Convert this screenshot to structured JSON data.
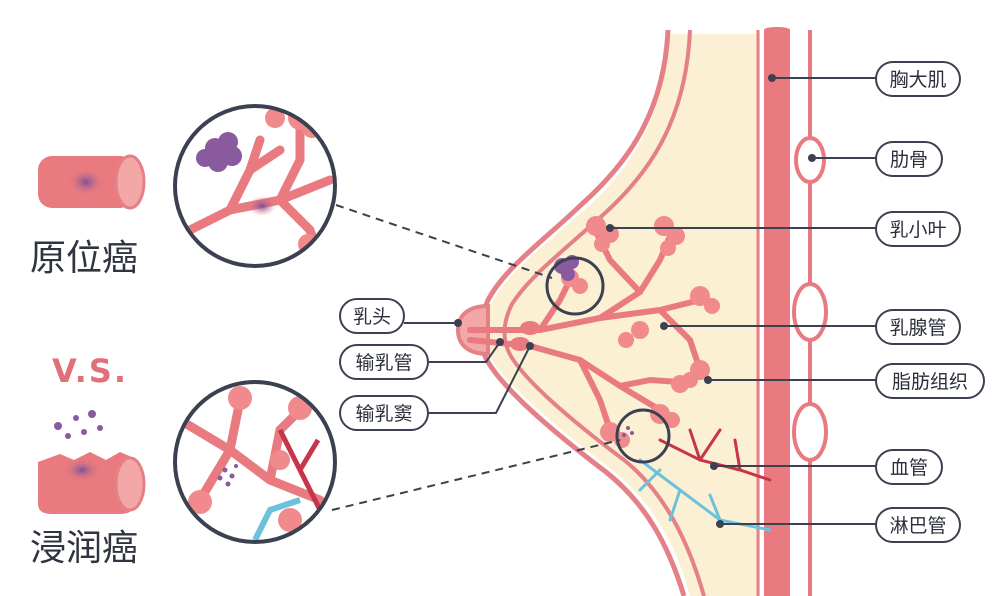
{
  "labels": {
    "pectoral_muscle": "胸大肌",
    "rib": "肋骨",
    "lobule": "乳小叶",
    "mammary_duct": "乳腺管",
    "adipose_tissue": "脂肪组织",
    "blood_vessel": "血管",
    "lymph_vessel": "淋巴管",
    "nipple": "乳头",
    "lactiferous_duct": "输乳管",
    "lactiferous_sinus": "输乳窦"
  },
  "comparison": {
    "in_situ": "原位癌",
    "versus": "V.S.",
    "invasive": "浸润癌"
  },
  "colors": {
    "tissue_pink": "#e87a80",
    "tissue_light": "#f3a7a6",
    "fat": "#fbf0d3",
    "skin_outline": "#e58087",
    "tumor_purple": "#8a5a9e",
    "vessel_red": "#c8354a",
    "lymph_blue": "#6cc2dc",
    "callout_ring": "#3b4150"
  }
}
